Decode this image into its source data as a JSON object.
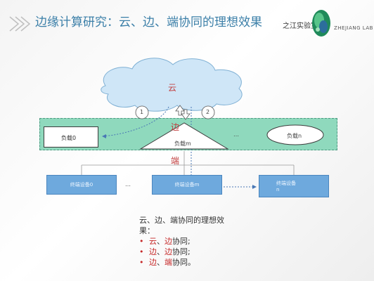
{
  "header": {
    "title": "边缘计算研究：云、边、端协同的理想效果",
    "lab_name": "之江实验室",
    "lab_name_en": "ZHEJIANG LAB"
  },
  "diagram": {
    "cloud_label": "云",
    "edge_label": "边",
    "end_label": "端",
    "arrow_1": "1",
    "arrow_2": "2",
    "load_0": "负载0",
    "load_m": "负载m",
    "load_n": "负载n",
    "ellipsis_edge": "…",
    "ellipsis_devices": "…",
    "device_0": "终端设备0",
    "device_m": "终端设备m",
    "device_n_line1": "终端设备",
    "device_n_line2": "n"
  },
  "summary": {
    "intro": "云、边、端协同的理想效果：",
    "items": [
      {
        "a": "云",
        "sep": "、",
        "b": "边",
        "c": "协同;",
        "color_a": "#c62828",
        "color_b": "#c62828"
      },
      {
        "a": "边",
        "sep": "、",
        "b": "边",
        "c": "协同;",
        "color_a": "#c62828",
        "color_b": "#c62828"
      },
      {
        "a": "边",
        "sep": "、",
        "b": "端",
        "c": "协同。",
        "color_a": "#c62828",
        "color_b": "#c62828"
      }
    ]
  },
  "colors": {
    "accent_blue": "#3b7fa8",
    "edge_green": "#8fd9bd",
    "device_blue": "#6ea9dd",
    "cloud_fill": "#cfe6f7",
    "emphasis_red": "#c62828"
  }
}
